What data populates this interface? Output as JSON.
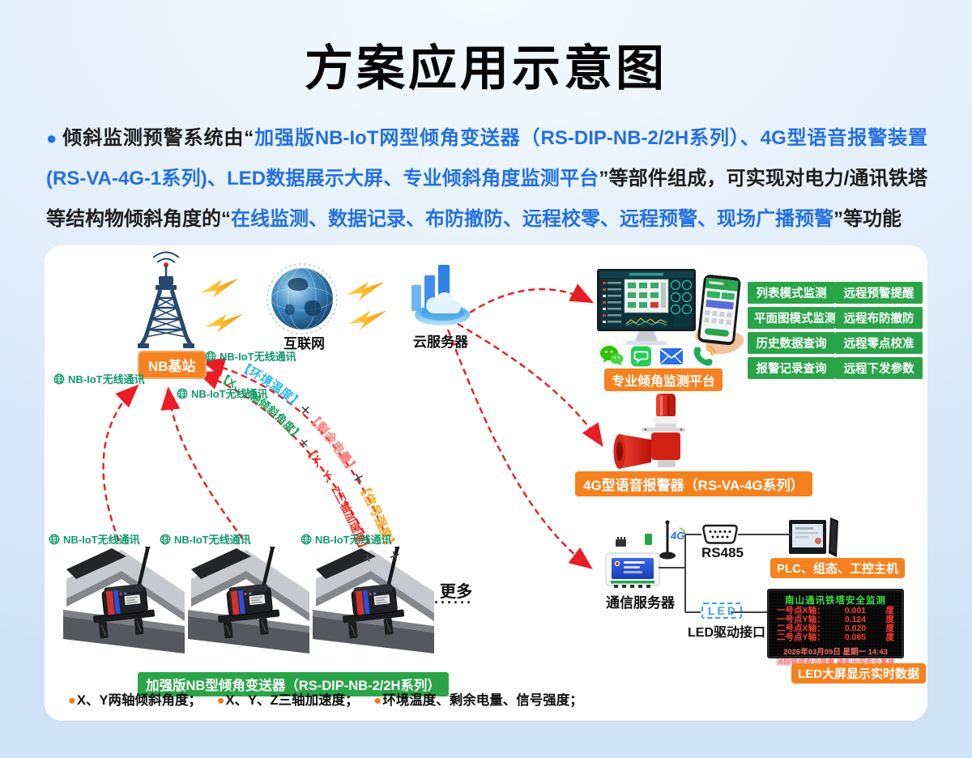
{
  "header": {
    "title": "方案应用示意图"
  },
  "intro": {
    "bullet": "●",
    "seg1": "倾斜监测预警系统由“",
    "seg2": "加强版NB-IoT网型倾角变送器（RS-DIP-NB-2/2H系列）、4G型语音报警装置(RS-VA-4G-1系列)、LED数据展示大屏、专业倾斜角度监测平台",
    "seg3": "”等部件组成，可实现对电力/通讯铁塔等结构物倾斜角度的“",
    "seg4": "在线监测、数据记录、布防撤防、远程校零、远程预警、现场广播预警",
    "seg5": "”等功能"
  },
  "network": {
    "base_station": "NB基站",
    "internet": "互联网",
    "cloud": "云服务器",
    "nbiot_label": "NB-IoT无线通讯"
  },
  "arc_text": {
    "outer": [
      {
        "text": "【环境温度】",
        "color": "#31b8f0"
      },
      {
        "text": "＋",
        "color": "#444444"
      },
      {
        "text": "【剩余电量】",
        "color": "#fa7f7f"
      },
      {
        "text": "＋",
        "color": "#444444"
      },
      {
        "text": "【信号强度】",
        "color": "#f6a71d"
      },
      {
        "text": "＋",
        "color": "#444444"
      }
    ],
    "inner": [
      {
        "text": "【X、Y轴倾斜角度】",
        "color": "#17a15c"
      },
      {
        "text": "＋",
        "color": "#444444"
      },
      {
        "text": "【X、Y、Z三轴加速度】",
        "color": "#ee2e20"
      },
      {
        "text": "＋",
        "color": "#444444"
      }
    ]
  },
  "platform": {
    "label": "专业倾角监测平台",
    "features_left": [
      "列表模式监测",
      "平面图模式监测",
      "历史数据查询",
      "报警记录查询"
    ],
    "features_right": [
      "远程预警提醒",
      "远程布防撤防",
      "远程零点校准",
      "远程下发参数"
    ]
  },
  "alarm": {
    "label": "4G型语音报警器（RS-VA-4G系列）"
  },
  "gateway": {
    "label": "通信服务器",
    "antenna": "4G",
    "rs485": "RS485",
    "plc": "PLC、组态、工控主机",
    "led_port": "LED驱动接口",
    "led_glyph": "LED"
  },
  "led_screen": {
    "title": "南山通讯铁塔安全监测",
    "rows": [
      {
        "name": "一号点X轴：",
        "value": "0.001",
        "unit": "度"
      },
      {
        "name": "一号点Y轴：",
        "value": "0.124",
        "unit": "度"
      },
      {
        "name": "二号点X轴：",
        "value": "0.020",
        "unit": "度"
      },
      {
        "name": "二号点Y轴：",
        "value": "0.085",
        "unit": "度"
      }
    ],
    "datetime": "2026年03月09日 星期一 14:43",
    "slogan": "消除铁塔安全隐患 避免出现安全事故",
    "caption": "LED大屏显示实时数据"
  },
  "sensors": {
    "label": "加强版NB型倾角变送器（RS-DIP-NB-2/2H系列）",
    "more": "更多",
    "dots": "······",
    "bullet": "●",
    "features": [
      "X、Y两轴倾斜角度；",
      "X、Y、Z三轴加速度；",
      "环境温度、剩余电量、信号强度；"
    ]
  },
  "icons": {
    "contact": [
      "wechat-icon",
      "sms-icon",
      "mail-icon",
      "phone-call-icon"
    ],
    "link": "globe-icon",
    "signal": "lightning-bolt-icon"
  },
  "colors": {
    "accent_orange": "#f5821f",
    "accent_green": "#2aa449",
    "nbiot_green": "#11996d",
    "highlight_blue": "#2470e0",
    "arrow_red": "#ea1c24"
  }
}
